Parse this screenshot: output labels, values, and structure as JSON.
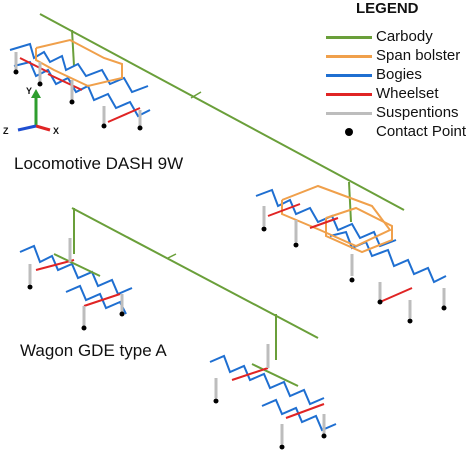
{
  "legend": {
    "title": "LEGEND",
    "items": [
      {
        "label": "Carbody",
        "color": "#6a9f3a",
        "kind": "line"
      },
      {
        "label": "Span bolster",
        "color": "#f0a04b",
        "kind": "line"
      },
      {
        "label": "Bogies",
        "color": "#1f6fd1",
        "kind": "line"
      },
      {
        "label": "Wheelset",
        "color": "#e02424",
        "kind": "line"
      },
      {
        "label": "Suspentions",
        "color": "#bdbdbd",
        "kind": "line"
      },
      {
        "label": "Contact Point",
        "color": "#000000",
        "kind": "dot"
      }
    ]
  },
  "labels": {
    "locomotive": "Locomotive DASH 9W",
    "wagon": "Wagon GDE type A"
  },
  "axes": {
    "y": "Y",
    "z": "Z",
    "x": "X"
  }
}
